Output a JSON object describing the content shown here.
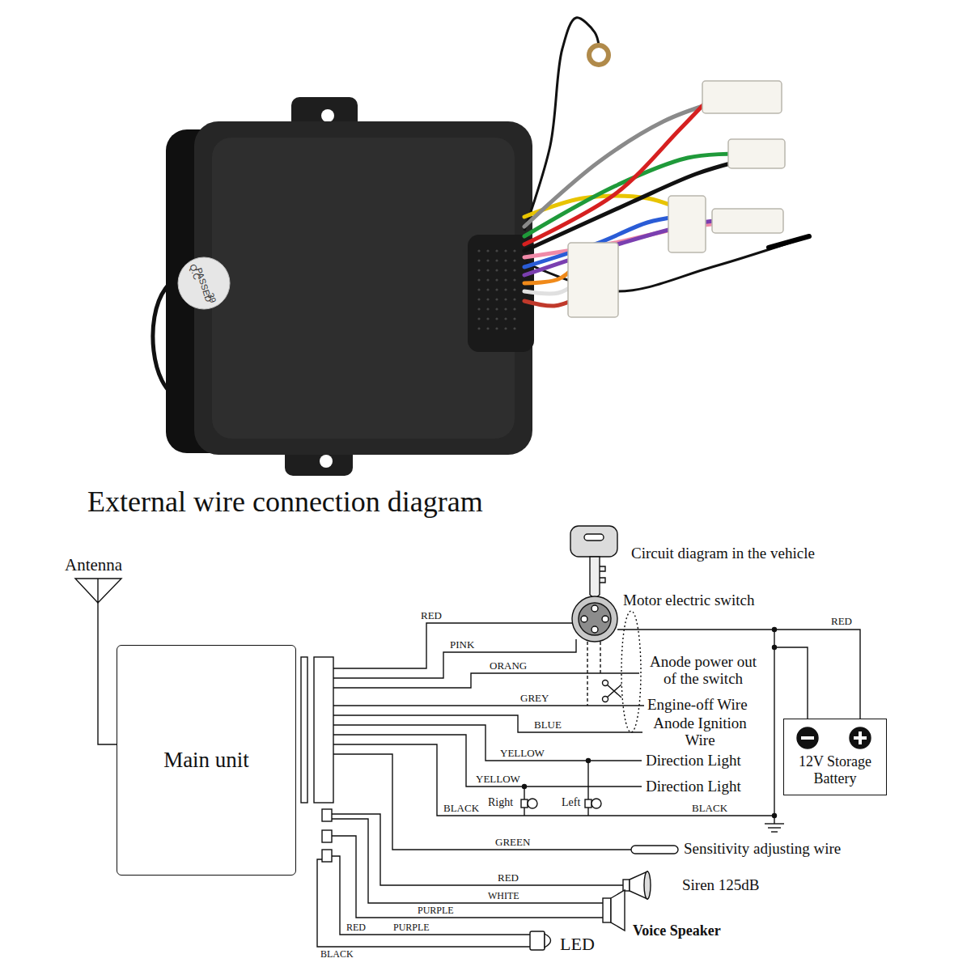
{
  "diagram": {
    "title": "External wire connection diagram",
    "nodes": [
      {
        "text": [
          "Main unit"
        ]
      },
      {
        "text": [
          "12V Storage Battery"
        ]
      }
    ],
    "labels": [
      "Q.C",
      "PASSED",
      "39",
      "Antenna",
      "Circuit diagram in the vehicle",
      "Motor electric switch",
      "RED",
      "PINK",
      "ORANG",
      "Anode power out of the switch",
      "GREY",
      "Engine-off Wire",
      "BLUE",
      "Anode Ignition Wire",
      "RED",
      "YELLOW",
      "Direction Light",
      "YELLOW",
      "Direction Light",
      "BLACK",
      "Right",
      "Left",
      "BLACK",
      "GREEN",
      "Sensitivity adjusting wire",
      "RED",
      "Siren 125dB",
      "PURPLE",
      "WHITE",
      "Voice Speaker",
      "RED",
      "PURPLE",
      "LED",
      "BLACK"
    ]
  }
}
